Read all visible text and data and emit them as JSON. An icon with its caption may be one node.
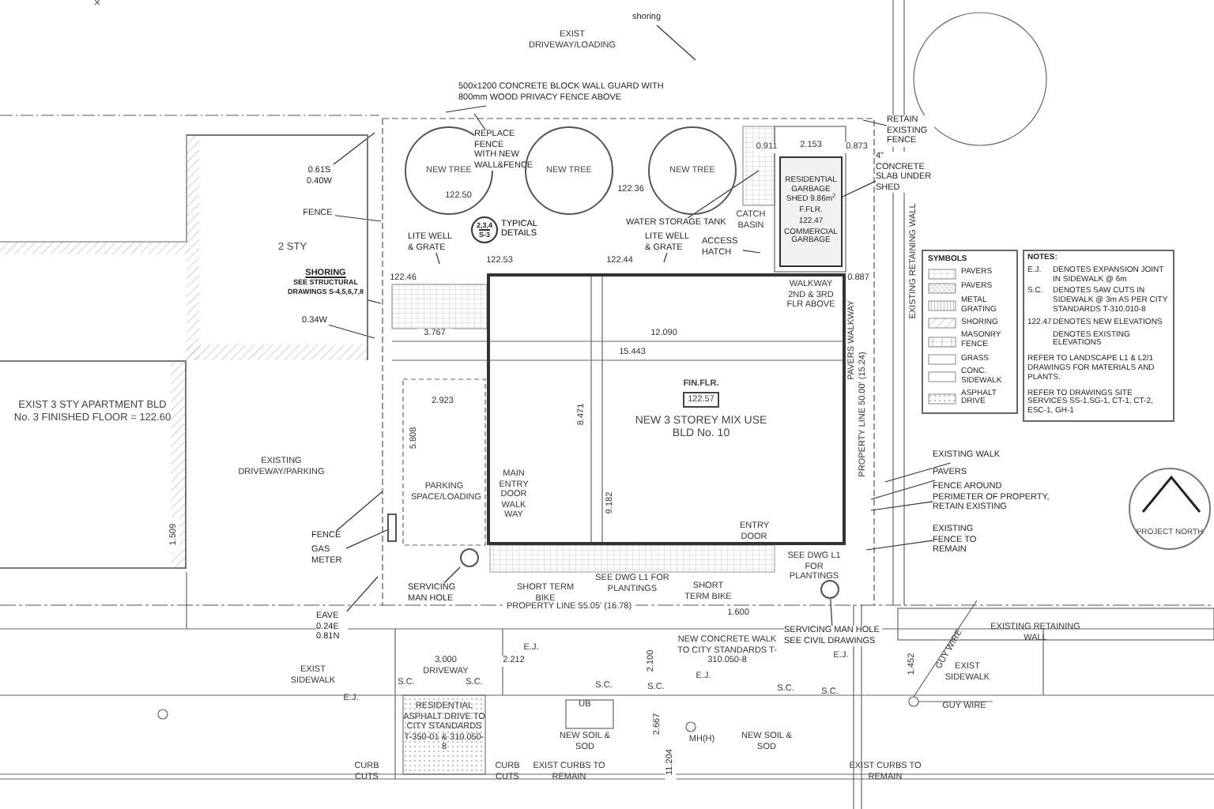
{
  "diagram": {
    "nodes": [
      {
        "text": [
          "EXIST 3 STY APARTMENT BLD No. 3 FINISHED FLOOR = 122.60"
        ]
      },
      {
        "text": [
          "2 STY"
        ]
      },
      {
        "text": [
          "FIN.FLR.",
          "122.57",
          "NEW 3 STOREY MIX USE BLD No. 10"
        ]
      },
      {
        "text": [
          "NEW TREE"
        ]
      },
      {
        "text": [
          "NEW TREE"
        ]
      },
      {
        "text": [
          "NEW TREE"
        ]
      },
      {
        "text": [
          "RESIDENTIAL GARBAGE",
          "SHED 9.86m$^{2}$",
          "F.FLR.",
          "122.47",
          "COMMERCIAL GARBAGE"
        ]
      },
      {
        "text": [
          "SYMBOLS"
        ]
      },
      {
        "text": [
          "NOTES:",
          "E.J.",
          "DENOTES EXPANSION JOINT IN SIDEWALK @ 6m",
          "S.C.",
          "DENOTES SAW CUTS IN SIDEWALK @ 3m AS PER CITY STANDARDS T-310.010-8",
          "122.47",
          "DENOTES NEW ELEVATIONS",
          "DENOTES EXISTING ELEVATIONS",
          "REFER TO LANDSCAPE L1 & L2/1 DRAWINGS FOR MATERIALS AND PLANTS.",
          "REFER TO DRAWINGS SITE SERVICES SS-1,SG-1, CT-1, CT-2, ESC-1, GH-1"
        ]
      },
      {
        "text": [
          "2,3,4",
          "S-3"
        ],
        "beside": [
          "TYPICAL DETAILS"
        ]
      },
      {
        "text": [
          "PROJECT NORTH"
        ]
      },
      {
        "text": [
          "shoring"
        ]
      },
      {
        "text": [
          "0.61S 0.40W"
        ],
        "in": 1
      },
      {
        "text": [
          "FENCE"
        ],
        "in": 1
      },
      {
        "text": [
          "SHORING",
          "SEE STRUCTURAL DRAWINGS S-4,5,6,7,8"
        ],
        "in": 1
      },
      {
        "text": [
          "0.34W"
        ],
        "in": 1
      },
      {
        "text": [
          "FENCE"
        ]
      },
      {
        "text": [
          "GAS METER"
        ]
      },
      {
        "text": [
          "EAVE 0.24E 0.81N"
        ]
      },
      {
        "text": [
          "500x1200 CONCRETE BLOCK WALL GUARD WITH 800mm WOOD PRIVACY FENCE ABOVE"
        ]
      },
      {
        "text": [
          "REPLACE FENCE WITH NEW WALL&FENCE"
        ]
      },
      {
        "text": [
          "LITE WELL & GRATE"
        ]
      },
      {
        "text": [
          "LITE WELL & GRATE"
        ]
      },
      {
        "text": [
          "WATER STORAGE TANK"
        ]
      },
      {
        "text": [
          "ACCESS HATCH"
        ]
      },
      {
        "text": [
          "RETAIN EXISTING FENCE"
        ]
      },
      {
        "text": [
          "4\" CONCRETE SLAB UNDER SHED"
        ]
      },
      {
        "text": [
          "EXISTING WALK"
        ]
      },
      {
        "text": [
          "PAVERS"
        ]
      },
      {
        "text": [
          "FENCE AROUND PERIMETER OF PROPERTY, RETAIN EXISTING"
        ]
      },
      {
        "text": [
          "EXISTING FENCE TO REMAIN"
        ]
      },
      {
        "text": [
          "SERVICING MAN HOLE"
        ]
      },
      {
        "text": [
          "SERVICING MAN HOLE SEE CIVIL DRAWINGS"
        ]
      },
      {
        "text": [],
        "shape": "circle"
      },
      {
        "text": [],
        "shape": "circle"
      },
      {
        "text": [],
        "shape": "box"
      }
    ],
    "edges": [
      {
        "from": 11,
        "to": null,
        "arrow": "none"
      },
      {
        "from": 12,
        "to": null,
        "arrow": "none"
      },
      {
        "from": 13,
        "to": null,
        "arrow": "none"
      },
      {
        "from": 14,
        "to": null,
        "arrow": "none"
      },
      {
        "from": 15,
        "to": null,
        "arrow": "none"
      },
      {
        "from": 16,
        "to": null,
        "arrow": "none"
      },
      {
        "from": 17,
        "to": 35,
        "arrow": "none"
      },
      {
        "from": 18,
        "to": null,
        "arrow": "none"
      },
      {
        "from": 19,
        "to": null,
        "arrow": "none"
      },
      {
        "from": 20,
        "to": null,
        "arrow": "none"
      },
      {
        "from": 21,
        "to": null,
        "arrow": "none"
      },
      {
        "from": 22,
        "to": null,
        "arrow": "none"
      },
      {
        "from": 23,
        "to": null,
        "arrow": "none"
      },
      {
        "from": 24,
        "to": null,
        "arrow": "none"
      },
      {
        "from": 25,
        "to": null,
        "arrow": "none"
      },
      {
        "from": 26,
        "to": 6,
        "arrow": "none"
      },
      {
        "from": 27,
        "to": null,
        "arrow": "none"
      },
      {
        "from": 28,
        "to": null,
        "arrow": "none"
      },
      {
        "from": 29,
        "to": null,
        "arrow": "none"
      },
      {
        "from": 30,
        "to": null,
        "arrow": "none"
      },
      {
        "from": 31,
        "to": 33,
        "arrow": "none"
      },
      {
        "from": 32,
        "to": 34,
        "arrow": "none"
      }
    ],
    "labels": [
      "EXIST DRIVEWAY/LOADING",
      "122.50",
      "0.911",
      "2.153",
      "0.873",
      "122.36",
      "CATCH BASIN",
      "EXISTING RETAINING WALL",
      "122.53",
      "122.44",
      "122.46",
      "WALKWAY 2ND & 3RD FLR ABOVE",
      "0.887",
      "3.767",
      "12.090",
      "15.443",
      "2.923",
      "8.471",
      "9.182",
      "5.808",
      "PROPERTY LINE 50.00' (15.24)",
      "PAVERS WALKWAY",
      "EXISTING DRIVEWAY/PARKING",
      "PARKING SPACE/LOADING",
      "MAIN ENTRY DOOR WALK WAY",
      "1.509",
      "ENTRY DOOR",
      "SEE DWG L1 FOR PLANTINGS",
      "SHORT TERM BIKE",
      "SEE DWG L1 FOR PLANTINGS",
      "SHORT TERM BIKE",
      "PROPERTY LINE 55.05' (16.78)",
      "1.600",
      "EXISTING RETAINING WALL",
      "NEW CONCRETE WALK TO CITY STANDARDS T-310.050-8",
      "E.J.",
      "E.J.",
      "E.J.",
      "2.100",
      "3.000",
      "2.212",
      "1.452",
      "DRIVEWAY",
      "EXIST SIDEWALK",
      "EXIST SIDEWALK",
      "E.J.",
      "S.C.",
      "S.C.",
      "S.C.",
      "S.C.",
      "S.C.",
      "S.C.",
      "GUY WIRE",
      "UB",
      "GUY WIRE",
      "MH(H)",
      "NEW SOIL & SOD",
      "NEW SOIL & SOD",
      "RESIDENTIAL ASPHALT DRIVE TO CITY STANDARDS T-350-01 & 310.050-8",
      "2.667",
      "11.204",
      "CURB CUTS",
      "CURB CUTS",
      "EXIST CURBS TO REMAIN",
      "EXIST CURBS TO REMAIN"
    ],
    "legend": [
      {
        "text": "PAVERS"
      },
      {
        "text": "PAVERS"
      },
      {
        "text": "METAL GRATING"
      },
      {
        "text": "SHORING"
      },
      {
        "text": "MASONRY FENCE"
      },
      {
        "text": "GRASS"
      },
      {
        "text": "CONC. SIDEWALK"
      },
      {
        "text": "ASPHALT DRIVE"
      }
    ]
  }
}
